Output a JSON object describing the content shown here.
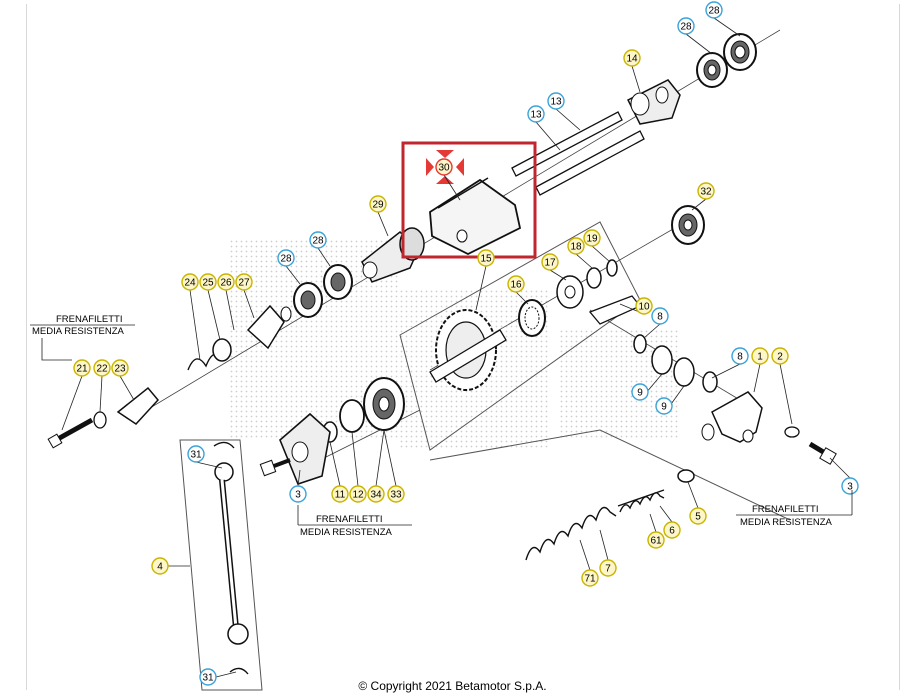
{
  "diagram": {
    "copyright": "© Copyright 2021 Betamotor S.p.A.",
    "notes": [
      {
        "id": "left",
        "line1": "FRENAFILETTI",
        "line2": "MEDIA RESISTENZA"
      },
      {
        "id": "center",
        "line1": "FRENAFILETTI",
        "line2": "MEDIA RESISTENZA"
      },
      {
        "id": "right",
        "line1": "FRENAFILETTI",
        "line2": "MEDIA RESISTENZA"
      }
    ],
    "selected_part": "30",
    "callouts": [
      {
        "label": "28",
        "style": "blue"
      },
      {
        "label": "28",
        "style": "blue"
      },
      {
        "label": "14",
        "style": "yellow"
      },
      {
        "label": "13",
        "style": "blue"
      },
      {
        "label": "13",
        "style": "blue"
      },
      {
        "label": "30",
        "style": "selected"
      },
      {
        "label": "29",
        "style": "yellow"
      },
      {
        "label": "32",
        "style": "yellow"
      },
      {
        "label": "28",
        "style": "blue"
      },
      {
        "label": "28",
        "style": "blue"
      },
      {
        "label": "15",
        "style": "yellow"
      },
      {
        "label": "17",
        "style": "yellow"
      },
      {
        "label": "18",
        "style": "yellow"
      },
      {
        "label": "19",
        "style": "yellow"
      },
      {
        "label": "16",
        "style": "yellow"
      },
      {
        "label": "24",
        "style": "yellow"
      },
      {
        "label": "25",
        "style": "yellow"
      },
      {
        "label": "26",
        "style": "yellow"
      },
      {
        "label": "27",
        "style": "yellow"
      },
      {
        "label": "10",
        "style": "yellow"
      },
      {
        "label": "8",
        "style": "blue"
      },
      {
        "label": "21",
        "style": "yellow"
      },
      {
        "label": "22",
        "style": "yellow"
      },
      {
        "label": "23",
        "style": "yellow"
      },
      {
        "label": "8",
        "style": "blue"
      },
      {
        "label": "1",
        "style": "yellow"
      },
      {
        "label": "2",
        "style": "yellow"
      },
      {
        "label": "9",
        "style": "blue"
      },
      {
        "label": "9",
        "style": "blue"
      },
      {
        "label": "31",
        "style": "blue"
      },
      {
        "label": "11",
        "style": "yellow"
      },
      {
        "label": "12",
        "style": "yellow"
      },
      {
        "label": "34",
        "style": "yellow"
      },
      {
        "label": "33",
        "style": "yellow"
      },
      {
        "label": "3",
        "style": "blue"
      },
      {
        "label": "3",
        "style": "blue"
      },
      {
        "label": "5",
        "style": "yellow"
      },
      {
        "label": "6",
        "style": "yellow"
      },
      {
        "label": "61",
        "style": "yellow"
      },
      {
        "label": "4",
        "style": "yellow"
      },
      {
        "label": "71",
        "style": "yellow"
      },
      {
        "label": "7",
        "style": "yellow"
      },
      {
        "label": "31",
        "style": "blue"
      }
    ]
  },
  "colors": {
    "yellow_fill": "#fdf6c8",
    "yellow_stroke": "#c9b400",
    "blue_fill": "#ffffff",
    "blue_stroke": "#3aa3d8",
    "highlight": "#c0262d",
    "selected_marker": "#e53935",
    "line": "#222222"
  }
}
